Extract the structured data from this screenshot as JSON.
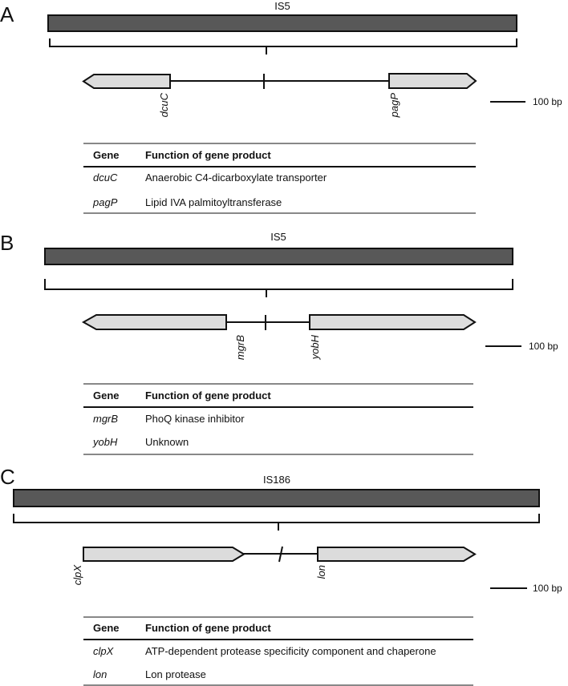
{
  "colors": {
    "is_bar": "#585858",
    "gene_fill": "#dcdcdc",
    "stroke": "#111111"
  },
  "panels": [
    {
      "letter": "A",
      "is_element": "IS5",
      "genes": [
        {
          "name": "dcuC",
          "direction": "left"
        },
        {
          "name": "pagP",
          "direction": "right"
        }
      ],
      "scale_label": "100 bp",
      "table": {
        "headers": [
          "Gene",
          "Function of gene product"
        ],
        "rows": [
          {
            "gene": "dcuC",
            "function": "Anaerobic C4-dicarboxylate transporter"
          },
          {
            "gene": "pagP",
            "function": "Lipid IVA palmitoyltransferase"
          }
        ]
      }
    },
    {
      "letter": "B",
      "is_element": "IS5",
      "genes": [
        {
          "name": "mgrB",
          "direction": "left"
        },
        {
          "name": "yobH",
          "direction": "right"
        }
      ],
      "scale_label": "100 bp",
      "table": {
        "headers": [
          "Gene",
          "Function of gene product"
        ],
        "rows": [
          {
            "gene": "mgrB",
            "function": "PhoQ kinase inhibitor"
          },
          {
            "gene": "yobH",
            "function": "Unknown"
          }
        ]
      }
    },
    {
      "letter": "C",
      "is_element": "IS186",
      "genes": [
        {
          "name": "clpX",
          "direction": "right"
        },
        {
          "name": "lon",
          "direction": "right"
        }
      ],
      "scale_label": "100 bp",
      "table": {
        "headers": [
          "Gene",
          "Function of gene product"
        ],
        "rows": [
          {
            "gene": "clpX",
            "function": "ATP-dependent protease specificity component and chaperone"
          },
          {
            "gene": "lon",
            "function": "Lon protease"
          }
        ]
      }
    }
  ]
}
